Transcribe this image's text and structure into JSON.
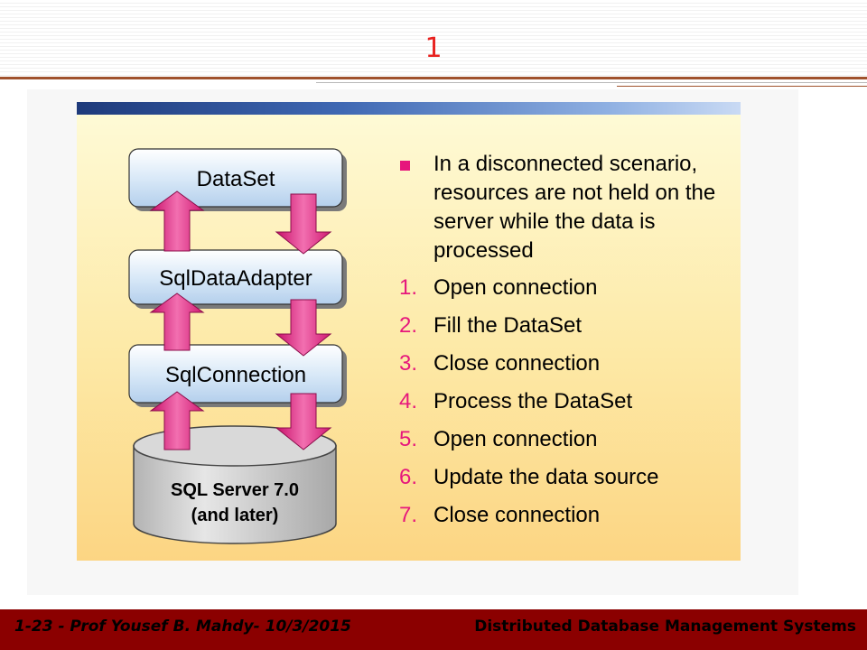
{
  "slide": {
    "title": "1"
  },
  "diagram": {
    "boxes": [
      {
        "label": "DataSet"
      },
      {
        "label": "SqlDataAdapter"
      },
      {
        "label": "SqlConnection"
      }
    ],
    "database": {
      "line1": "SQL Server 7.0",
      "line2": "(and later)"
    }
  },
  "content": {
    "bullet": "In a disconnected scenario, resources are not held on the server while the data is processed",
    "steps": [
      {
        "num": "1.",
        "text": "Open connection"
      },
      {
        "num": "2.",
        "text": "Fill the DataSet"
      },
      {
        "num": "3.",
        "text": "Close connection"
      },
      {
        "num": "4.",
        "text": "Process the DataSet"
      },
      {
        "num": "5.",
        "text": "Open connection"
      },
      {
        "num": "6.",
        "text": "Update the data source"
      },
      {
        "num": "7.",
        "text": "Close connection"
      }
    ]
  },
  "footer": {
    "left": "1-23 - Prof  Yousef  B. Mahdy- 10/3/2015",
    "right": "Distributed Database Management Systems"
  },
  "colors": {
    "title": "#e8211f",
    "accent_pink": "#e6177c",
    "footer_bg": "#8b0000",
    "rule": "#a0522d"
  }
}
